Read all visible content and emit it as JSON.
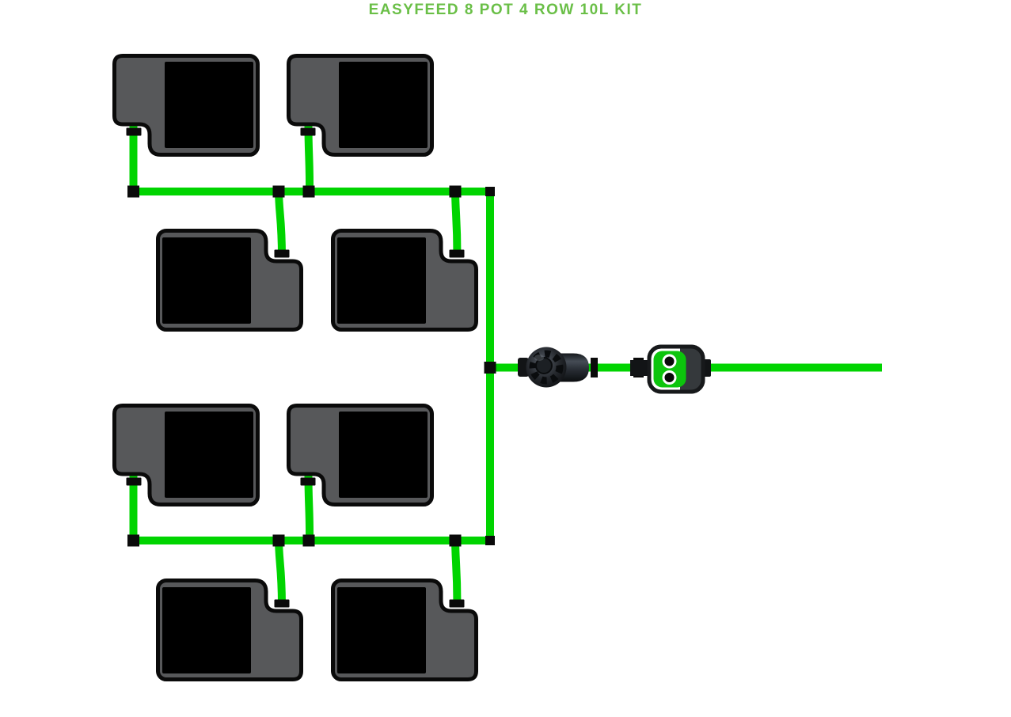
{
  "title": {
    "text": "EASYFEED 8 POT 4 ROW 10L KIT"
  },
  "colors": {
    "background": "#ffffff",
    "title": "#6abf47",
    "tube": "#00d400",
    "tray": "#57585a",
    "outline": "#0a0a0a",
    "pot": "#000000",
    "valve": "#0cc50c",
    "valve_dark": "#35393c",
    "valve_white": "#ffffff",
    "filter_dark": "#15181c",
    "filter_mid": "#454c55"
  },
  "parts": {
    "pot_module": "pot-with-drip-tray",
    "pot_count": "8",
    "row_count": "4",
    "tube": "supply-tubing",
    "tee": "tee-connector",
    "elbow": "elbow-connector",
    "clamp": "tube-clamp",
    "filter": "inline-filter",
    "valve": "easyfeed-valve-unit"
  }
}
